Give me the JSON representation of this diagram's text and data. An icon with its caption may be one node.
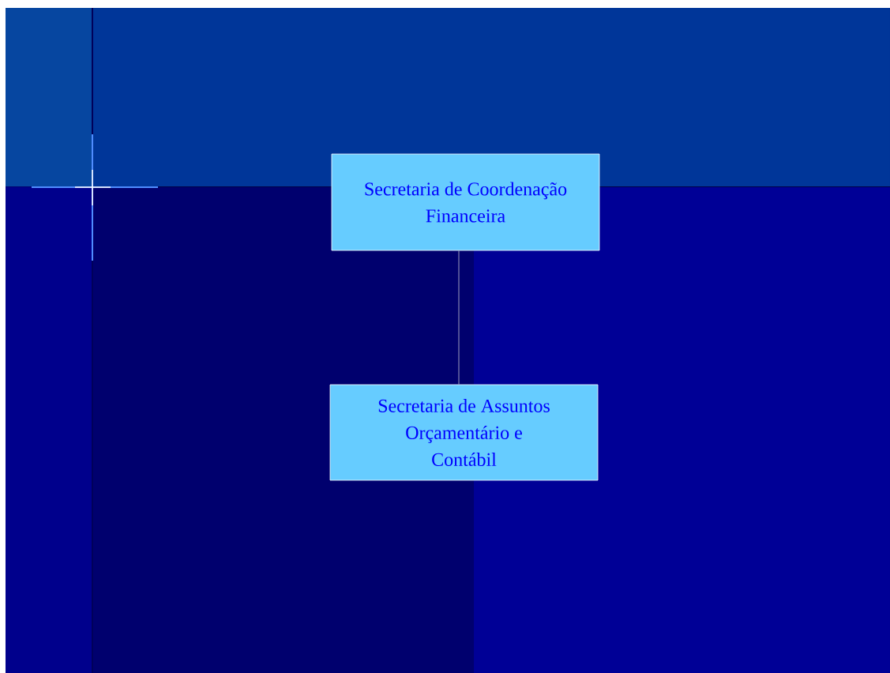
{
  "diagram": {
    "nodes": [
      {
        "text": [
          "Secretaria de Coordenação Financeira"
        ]
      },
      {
        "text": [
          "Secretaria de Assuntos Orçamentário e Contábil"
        ]
      }
    ],
    "edges": [
      {
        "from": 0,
        "to": 1,
        "arrow": "none"
      }
    ]
  }
}
